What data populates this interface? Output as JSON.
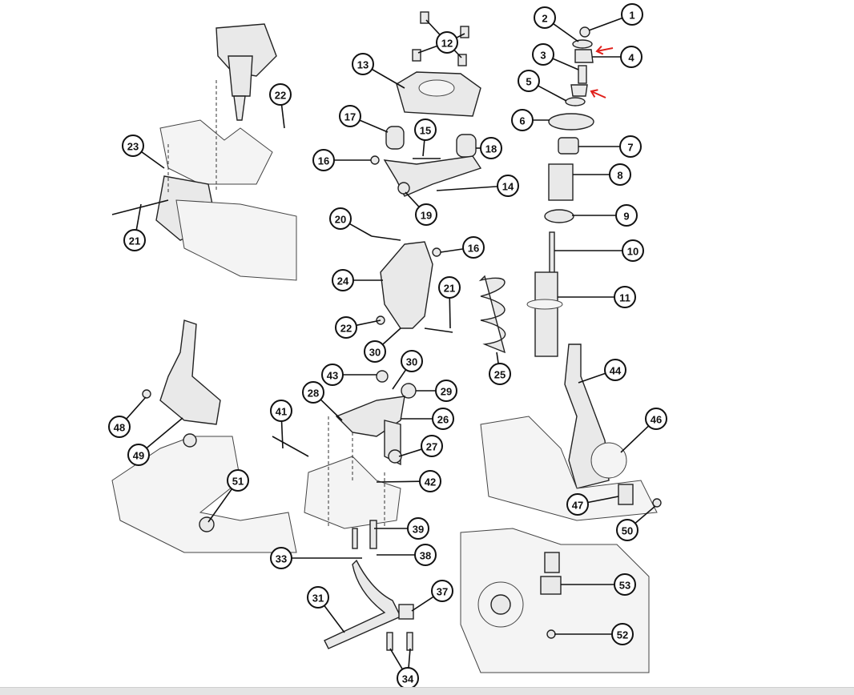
{
  "title": "Front suspension exploded parts diagram",
  "callouts": [
    "1",
    "2",
    "3",
    "4",
    "5",
    "6",
    "7",
    "8",
    "9",
    "10",
    "11",
    "12",
    "13",
    "14",
    "15",
    "16",
    "17",
    "18",
    "19",
    "20",
    "16",
    "21",
    "22",
    "23",
    "21",
    "22",
    "24",
    "25",
    "30",
    "30",
    "43",
    "28",
    "29",
    "26",
    "27",
    "41",
    "42",
    "44",
    "46",
    "47",
    "50",
    "48",
    "49",
    "51",
    "39",
    "33",
    "38",
    "31",
    "37",
    "34",
    "53",
    "52"
  ],
  "annotation_color": "#e0201b"
}
